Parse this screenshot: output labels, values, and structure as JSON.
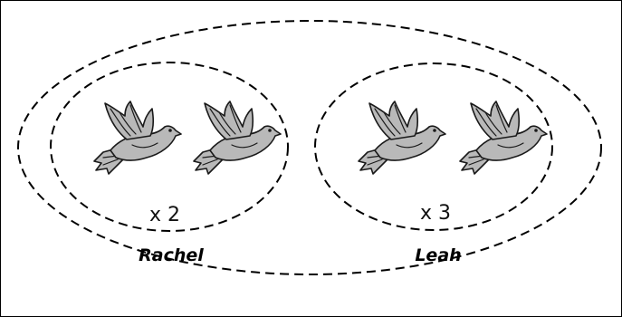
{
  "groups": [
    {
      "name": "Rachel",
      "multiplier": "x 2",
      "doves": 2
    },
    {
      "name": "Leah",
      "multiplier": "x 3",
      "doves": 2
    }
  ],
  "icons": [
    "dove-icon"
  ],
  "colors": {
    "dove_fill": "#b9b9b9",
    "stroke": "#000000"
  }
}
